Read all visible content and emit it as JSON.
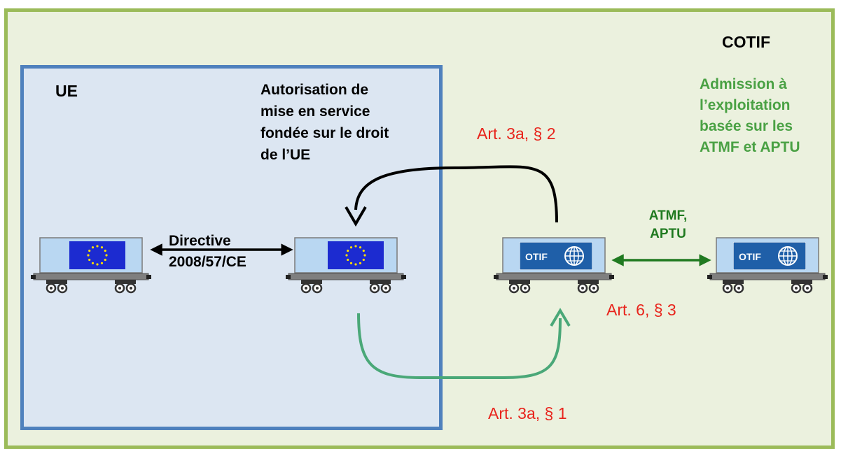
{
  "frames": {
    "cotif_title": "COTIF",
    "ue_title": "UE"
  },
  "texts": {
    "ue_description": "Autorisation de\nmise en service\nfondée sur le droit\nde l’UE",
    "cotif_description": "Admission à\nl’exploitation\nbasée sur les\nATMF et APTU",
    "directive": "Directive\n2008/57/CE",
    "atmf_aptu": "ATMF,\nAPTU"
  },
  "articles": {
    "art_3a_2": "Art. 3a, § 2",
    "art_3a_1": "Art. 3a, § 1",
    "art_6_3": "Art. 6, § 3"
  },
  "wagons": [
    {
      "id": "eu-wagon-left",
      "badge": "eu-flag"
    },
    {
      "id": "eu-wagon-right",
      "badge": "eu-flag"
    },
    {
      "id": "otif-wagon-left",
      "badge": "OTIF"
    },
    {
      "id": "otif-wagon-right",
      "badge": "OTIF"
    }
  ],
  "colors": {
    "cotif_border": "#9bbb59",
    "cotif_background": "#ebf1de",
    "ue_border": "#4f81bd",
    "ue_background": "#dce6f2",
    "article_red": "#e8241c",
    "green_arrow": "#4aa878",
    "dark_green": "#207a20",
    "otif_blue": "#1f5fa8"
  }
}
